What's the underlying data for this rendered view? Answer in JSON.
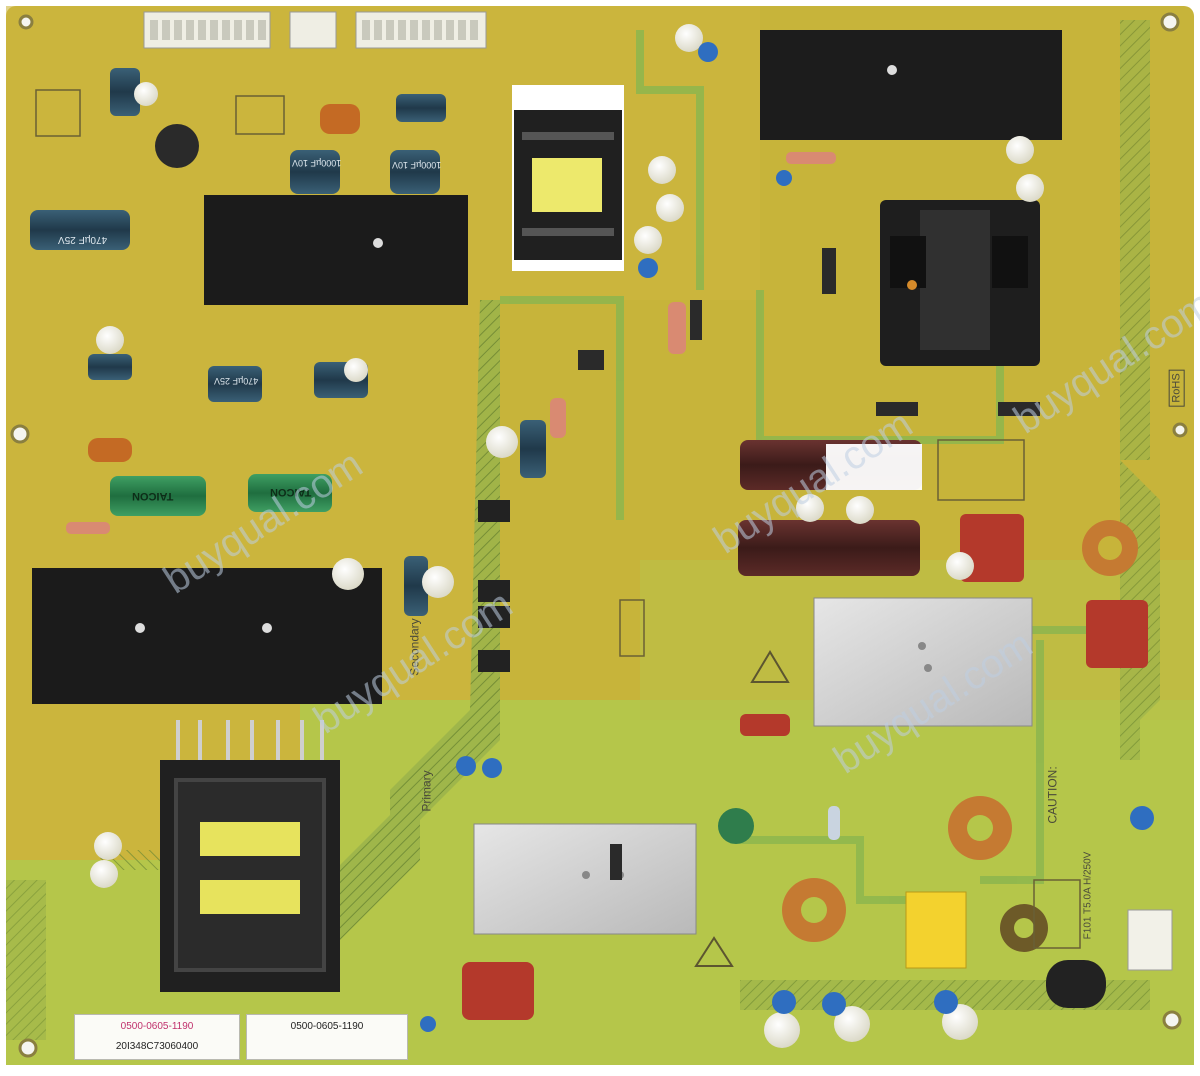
{
  "stickers": {
    "left_top": "0500-0605-1190",
    "left_bottom": "20I348C73060400",
    "right": "0500-0605-1190"
  },
  "silkscreen": {
    "secondary": "Secondary",
    "primary": "Primary",
    "rohs": "RoHS",
    "caution_title": "CAUTION:",
    "fuse_rating": "F101 T5.0A H/250V",
    "taicon": "TAICON",
    "cap_470_25v": "470µF 25V",
    "cap_1000_10v": "1000µF 10V"
  },
  "watermarks": [
    "buyqual.com",
    "buyqual.com",
    "buyqual.com",
    "buyqual.com",
    "buyqual.com"
  ],
  "colors": {
    "pcb_base": "#c9b238",
    "pcb_green": "#b7c741",
    "trace_green": "#8fb44a",
    "heatsink": "#1b1b1b",
    "shield": "#d4d4d4",
    "electrolytic_blue": "#26465a",
    "film_red": "#b43a26",
    "ceramic_blue": "#2f6fc0",
    "nylon_white": "#f1f0e4"
  }
}
